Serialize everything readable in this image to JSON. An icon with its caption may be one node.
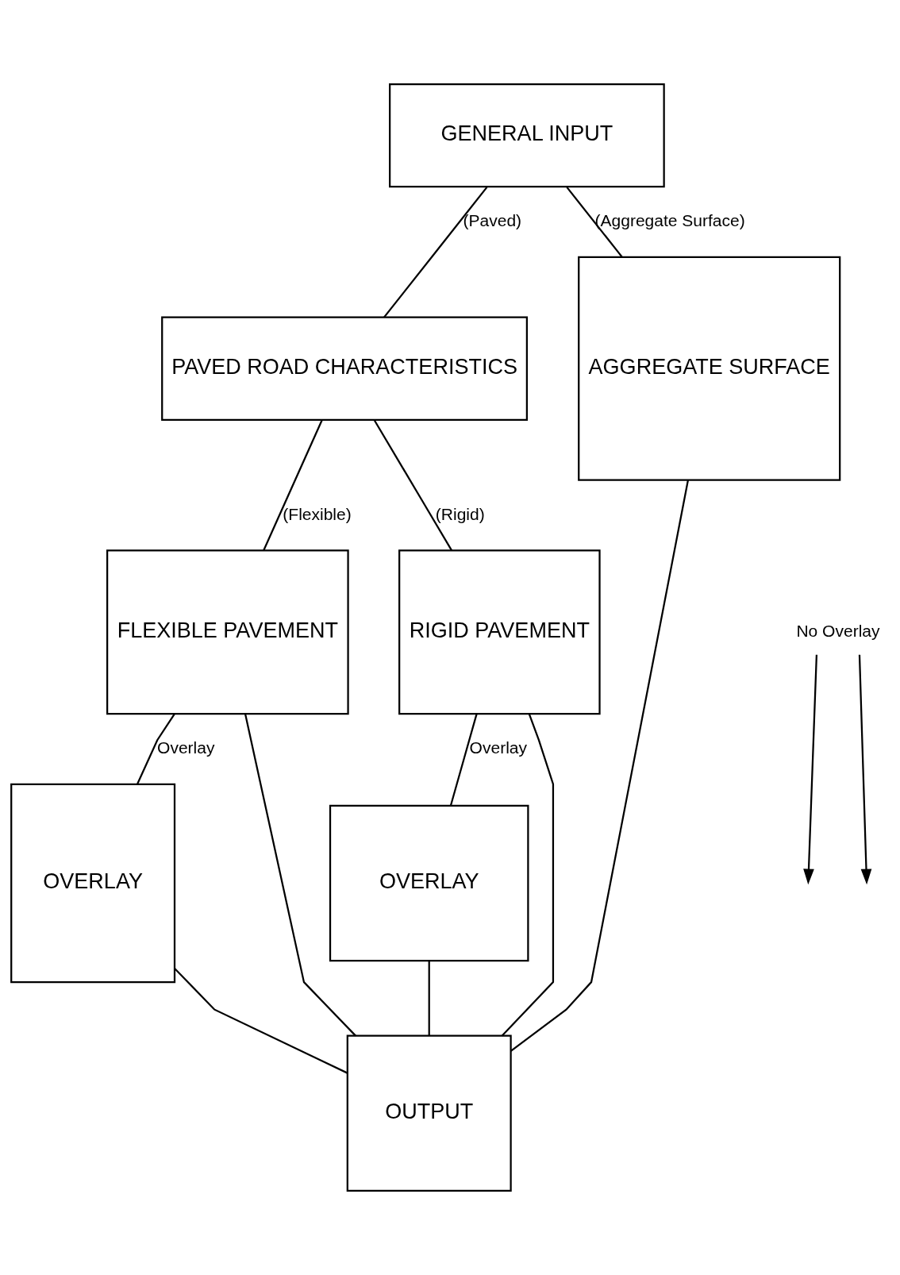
{
  "diagram": {
    "nodes": [
      {
        "text": [
          "GENERAL INPUT"
        ]
      },
      {
        "text": [
          "PAVED ROAD CHARACTERISTICS"
        ]
      },
      {
        "text": [
          "AGGREGATE SURFACE"
        ]
      },
      {
        "text": [
          "FLEXIBLE PAVEMENT"
        ]
      },
      {
        "text": [
          "RIGID PAVEMENT"
        ]
      },
      {
        "text": [
          "OVERLAY"
        ]
      },
      {
        "text": [
          "OVERLAY"
        ]
      },
      {
        "text": [
          "OUTPUT"
        ]
      },
      {
        "text": [
          "No Overlay"
        ]
      }
    ],
    "edges": [
      {
        "from": 0,
        "to": 1,
        "arrow": "none",
        "label": "(Paved)"
      },
      {
        "from": 0,
        "to": 2,
        "arrow": "none",
        "label": "(Aggregate Surface)"
      },
      {
        "from": 1,
        "to": 3,
        "arrow": "none",
        "label": "(Flexible)"
      },
      {
        "from": 1,
        "to": 4,
        "arrow": "none",
        "label": "(Rigid)"
      },
      {
        "from": 3,
        "to": 5,
        "arrow": "none",
        "label": "Overlay"
      },
      {
        "from": 4,
        "to": 6,
        "arrow": "none",
        "label": "Overlay"
      },
      {
        "from": 3,
        "to": 7,
        "arrow": "none"
      },
      {
        "from": 4,
        "to": 7,
        "arrow": "none"
      },
      {
        "from": 5,
        "to": 7,
        "arrow": "none"
      },
      {
        "from": 6,
        "to": 7,
        "arrow": "none"
      },
      {
        "from": 2,
        "to": 7,
        "arrow": "none"
      },
      {
        "from": 8,
        "to": null,
        "arrow": "to"
      },
      {
        "from": 8,
        "to": null,
        "arrow": "to"
      }
    ]
  }
}
